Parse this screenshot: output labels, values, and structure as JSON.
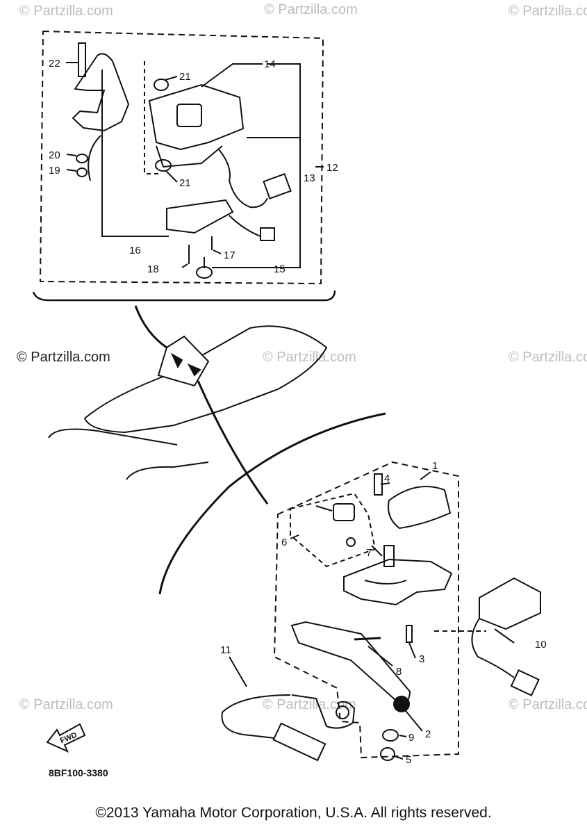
{
  "watermarks": {
    "text": "© Partzilla.com",
    "left_mid": "© Partzilla.com"
  },
  "callouts": {
    "c1": "1",
    "c2": "2",
    "c3": "3",
    "c4": "4",
    "c5": "5",
    "c6": "6",
    "c7": "7",
    "c8": "8",
    "c9": "9",
    "c10": "10",
    "c11": "11",
    "c12": "12",
    "c13": "13",
    "c14": "14",
    "c15": "15",
    "c16": "16",
    "c17": "17",
    "c18": "18",
    "c19": "19",
    "c20": "20",
    "c21a": "21",
    "c21b": "21",
    "c22": "22"
  },
  "diagram_code": "8BF100-3380",
  "fwd_label": "FWD",
  "copyright": "©2013 Yamaha Motor Corporation, U.S.A. All rights reserved."
}
